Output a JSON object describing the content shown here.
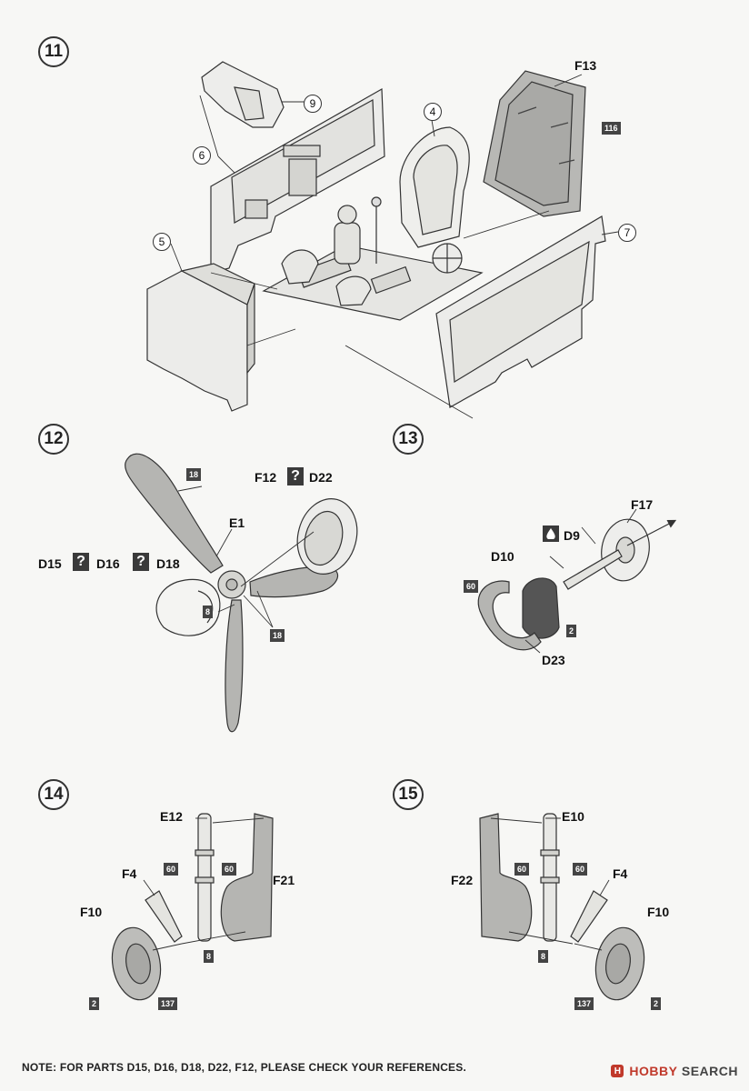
{
  "steps": [
    "11",
    "12",
    "13",
    "14",
    "15"
  ],
  "step11": {
    "callouts": [
      "9",
      "6",
      "5",
      "4",
      "7"
    ],
    "part_f13": "F13",
    "paint_116": "116"
  },
  "step12": {
    "f12": "F12",
    "d22": "D22",
    "e1": "E1",
    "d15": "D15",
    "d16": "D16",
    "d18": "D18",
    "paint_18a": "18",
    "paint_8": "8",
    "paint_18b": "18",
    "q": "?"
  },
  "step13": {
    "f17": "F17",
    "d9": "D9",
    "d10": "D10",
    "d23": "D23",
    "paint_60": "60",
    "paint_2": "2"
  },
  "step14": {
    "e12": "E12",
    "f4": "F4",
    "f21": "F21",
    "f10": "F10",
    "paint_60a": "60",
    "paint_60b": "60",
    "paint_8": "8",
    "paint_2": "2",
    "paint_137": "137"
  },
  "step15": {
    "e10": "E10",
    "f22": "F22",
    "f4": "F4",
    "f10": "F10",
    "paint_60a": "60",
    "paint_60b": "60",
    "paint_8": "8",
    "paint_2": "2",
    "paint_137": "137"
  },
  "footer": {
    "note": "NOTE: FOR PARTS D15, D16, D18, D22, F12, PLEASE CHECK YOUR REFERENCES.",
    "logo_mark": "H",
    "logo_hobby": "HOBBY",
    "logo_search": "SEARCH"
  }
}
